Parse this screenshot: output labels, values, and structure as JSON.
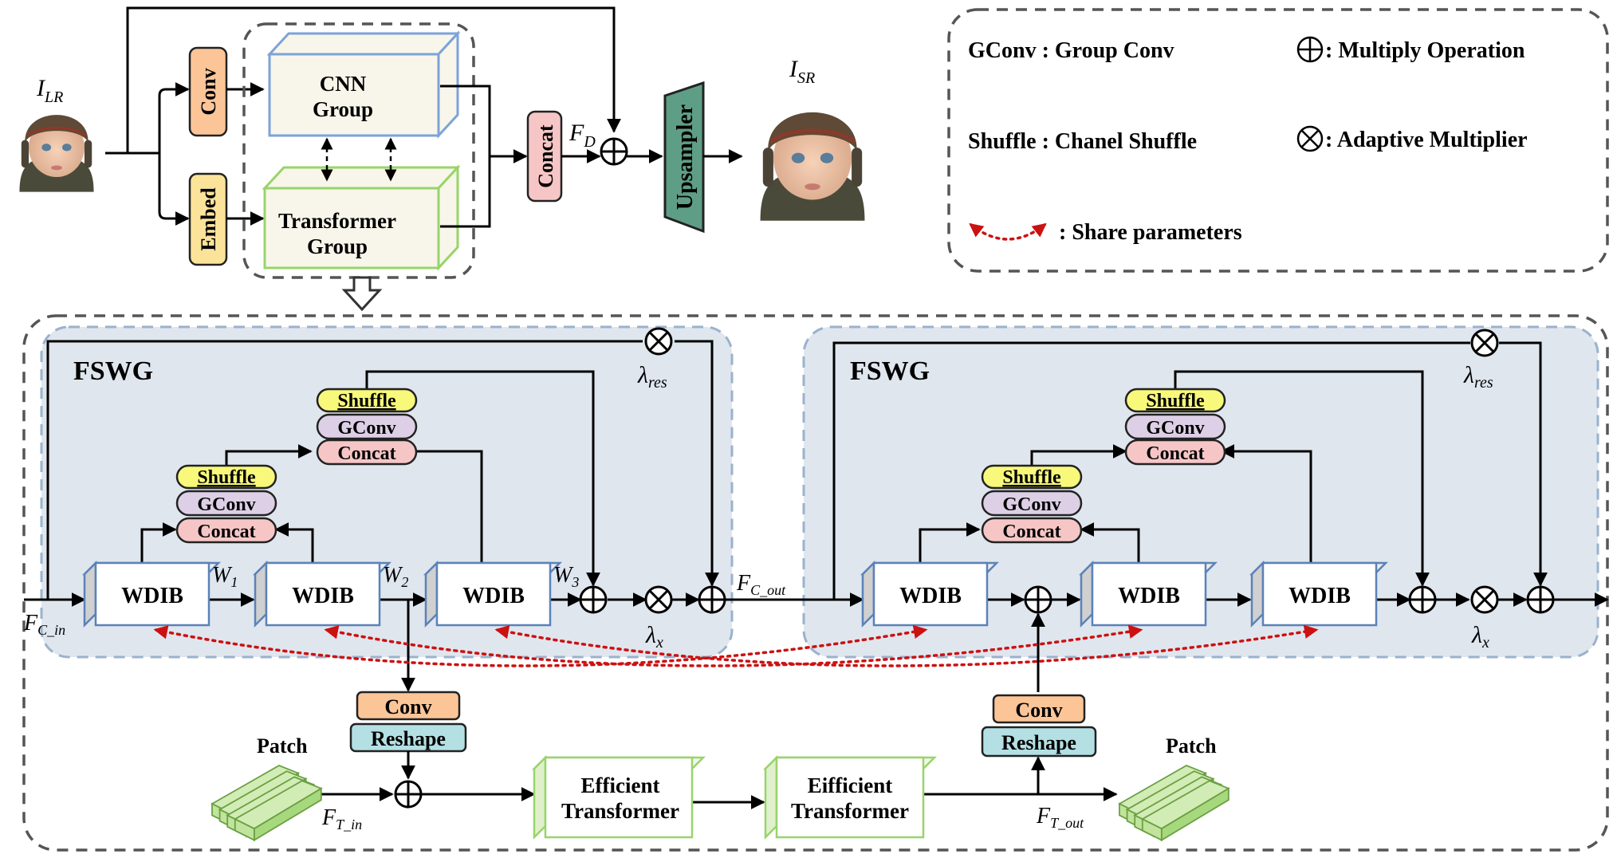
{
  "inputs": {
    "lr_label": "I",
    "lr_sub": "LR",
    "sr_label": "I",
    "sr_sub": "SR"
  },
  "top": {
    "conv": "Conv",
    "embed": "Embed",
    "cnn_group": [
      "CNN",
      "Group"
    ],
    "transformer_group": [
      "Transformer",
      "Group"
    ],
    "concat": "Concat",
    "fd_label": "F",
    "fd_sub": "D",
    "upsampler": "Upsampler"
  },
  "legend": {
    "gconv": "GConv : Group Conv",
    "shuffle": "Shuffle : Chanel Shuffle",
    "share": ":  Share parameters",
    "multiply": ": Multiply Operation",
    "adaptive": ": Adaptive Multiplier"
  },
  "fswg": {
    "title": "FSWG",
    "wdib": "WDIB",
    "shuffle": "Shuffle",
    "gconv": "GConv",
    "concat": "Concat",
    "w1": "W",
    "w1_sub": "1",
    "w2": "W",
    "w2_sub": "2",
    "w3": "W",
    "w3_sub": "3",
    "lambda_res": "λ",
    "lambda_res_sub": "res",
    "lambda_x": "λ",
    "lambda_x_sub": "x"
  },
  "bottom": {
    "fc_in": "F",
    "fc_in_sub": "C_in",
    "fc_out": "F",
    "fc_out_sub": "C_out",
    "conv": "Conv",
    "reshape": "Reshape",
    "patch": "Patch",
    "ft_in": "F",
    "ft_in_sub": "T_in",
    "ft_out": "F",
    "ft_out_sub": "T_out",
    "eff1": [
      "Efficient",
      "Transformer"
    ],
    "eff2": [
      "Eifficient",
      "Transformer"
    ]
  },
  "colors": {
    "conv": "#fbc598",
    "embed": "#fbe39a",
    "concat": "#f6c6c6",
    "gconv": "#ddd0e6",
    "shuffle": "#f8f87a",
    "reshape": "#b4e0e4",
    "cnn_border": "#7da3d8",
    "transformer_border": "#98d46a",
    "upsampler": "#5f9e86",
    "fswg_bg": "#dfe6ee",
    "panel_bg": "#f0f0f0",
    "share_line": "#cc1111"
  }
}
